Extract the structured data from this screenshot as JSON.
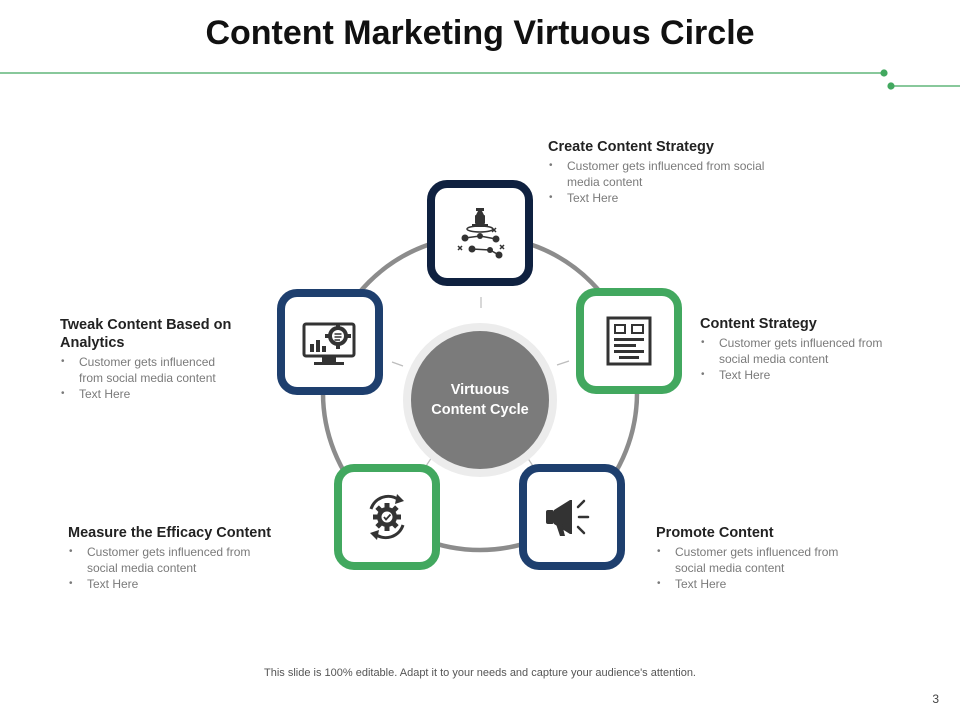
{
  "title": "Content Marketing Virtuous Circle",
  "center": {
    "line1": "Virtuous",
    "line2": "Content Cycle"
  },
  "steps": [
    {
      "title": "Create Content Strategy",
      "bullets": [
        "Customer gets influenced from social media content",
        "Text Here"
      ],
      "icon": "chess-strategy-icon"
    },
    {
      "title": "Content Strategy",
      "bullets": [
        "Customer gets influenced from social media content",
        "Text Here"
      ],
      "icon": "document-layout-icon"
    },
    {
      "title": "Promote Content",
      "bullets": [
        "Customer gets influenced from social media content",
        "Text Here"
      ],
      "icon": "megaphone-icon"
    },
    {
      "title": "Measure the Efficacy Content",
      "bullets": [
        "Customer gets influenced from social media content",
        "Text Here"
      ],
      "icon": "gear-cycle-icon"
    },
    {
      "title": "Tweak Content Based on Analytics",
      "bullets": [
        "Customer gets influenced from social media content",
        "Text Here"
      ],
      "icon": "monitor-analytics-icon"
    }
  ],
  "colors": {
    "green": "#42a85f",
    "navy": "#0f2140",
    "blue": "#1e3f6e",
    "hub": "#7b7b7b",
    "ring": "#8c8c8c"
  },
  "footer": "This slide is 100% editable. Adapt it to your needs and capture your audience's attention.",
  "page_number": "3"
}
